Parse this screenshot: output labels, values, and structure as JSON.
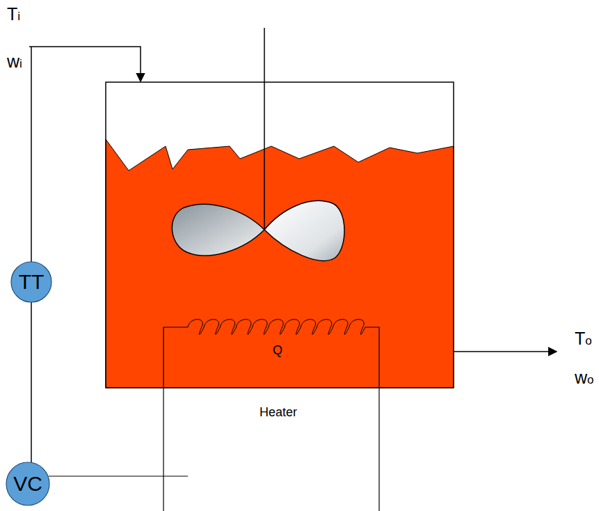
{
  "diagram": {
    "nodes": [
      {
        "text": [
          "TT"
        ]
      },
      {
        "text": [
          "VC"
        ]
      }
    ],
    "edges": [
      {
        "from": 0,
        "to": 1,
        "arrow": "none"
      }
    ],
    "labels": [
      "Ti",
      "wi",
      "Q",
      "Heater",
      "To",
      "wo"
    ]
  }
}
